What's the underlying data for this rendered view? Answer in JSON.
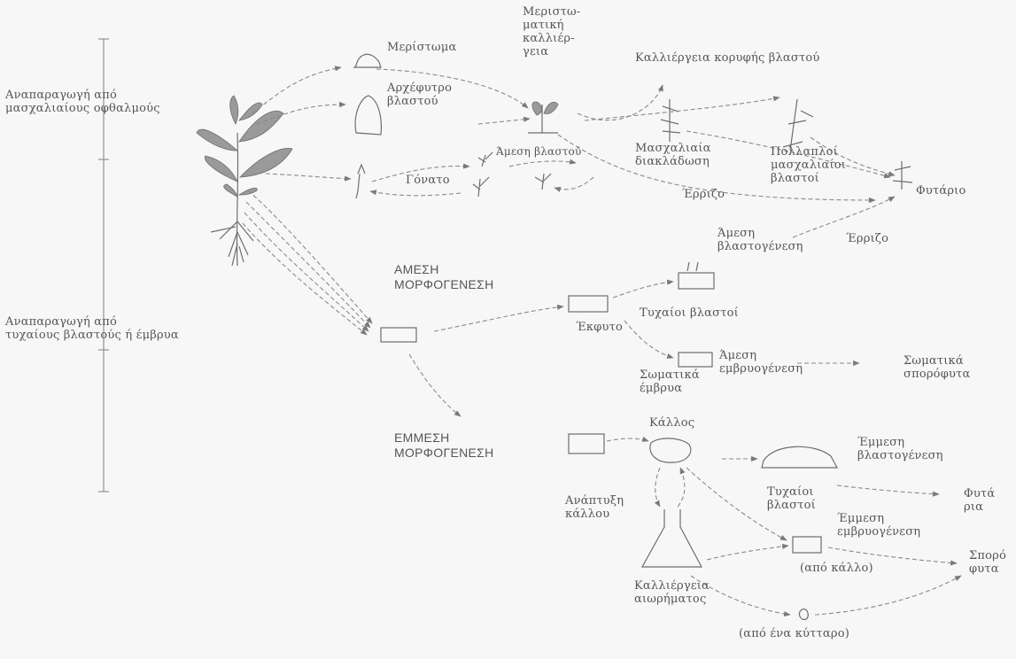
{
  "left": {
    "top_section": "Αναπαραγωγή από\nμασχαλιαίους οφθαλμούς",
    "bottom_section": "Αναπαραγωγή από\nτυχαίους βλαστούς ή έμβρυα"
  },
  "upper": {
    "meristem": "Μερίστωμα",
    "shoot_tip": "Αρχέφυτρο\nβλαστού",
    "meristem_culture": "Μεριστω-\nματική\nκαλλιέρ-\nγεια",
    "shoot_tip_culture": "Καλλιέργεια κορυφής βλαστού",
    "axillary_branching": "Μασχαλιαία\nδιακλάδωση",
    "multiple_shoots": "Πολλαπλοί\nμασχαλιαίοι\nβλαστοί",
    "node": "Γόνατο",
    "direct_shoot_small": "Άμεση βλαστού",
    "rooting_1": "Έρριζο",
    "plantlet": "Φυτάριο"
  },
  "direct": {
    "heading": "ΑΜΕΣΗ\nΜΟΡΦΟΓΕΝΕΣΗ",
    "explant": "Έκφυτο",
    "direct_shoot_organogenesis": "Άμεση\nβλαστογένεση",
    "rooting_2": "Έρριζο",
    "adventitious_shoots": "Τυχαίοι βλαστοί",
    "direct_embryogenesis": "Άμεση\nεμβρυογένεση",
    "somatic_embryos": "Σωματικά\nέμβρυα",
    "somatic_seedlings": "Σωματικά\nσπορόφυτα"
  },
  "indirect": {
    "heading": "ΕΜΜΕΣΗ\nΜΟΡΦΟΓΕΝΕΣΗ",
    "callus": "Κάλλος",
    "callus_growth": "Ανάπτυξη\nκάλλου",
    "indirect_shoot_organogenesis": "Έμμεση\nβλαστογένεση",
    "adventitious_shoots_2": "Τυχαίοι\nβλαστοί",
    "plantlets_cut": "Φυτά\nρια",
    "indirect_embryogenesis": "Έμμεση\nεμβρυογένεση",
    "from_callus": "(από κάλλο)",
    "seedlings_cut": "Σπορό\nφυτα",
    "suspension_culture": "Καλλιέργεια\nαιωρήματος",
    "from_single_cell": "(από ένα κύτταρο)"
  }
}
